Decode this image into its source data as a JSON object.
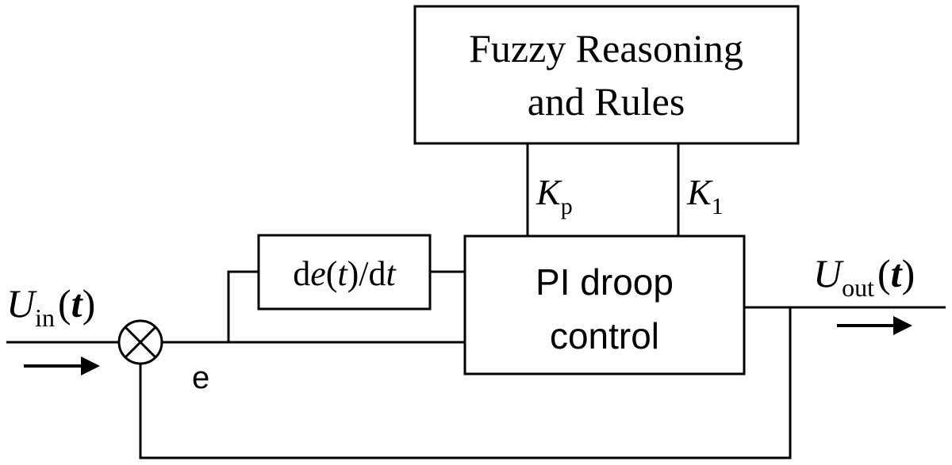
{
  "blocks": {
    "fuzzy": {
      "line1": "Fuzzy Reasoning",
      "line2": "and Rules"
    },
    "derivative": {
      "prefix": "d",
      "var": "e",
      "paren_open": "(",
      "arg": "t",
      "paren_close": ")",
      "slash": "/d",
      "tail": "t"
    },
    "pi": {
      "line1": "PI droop",
      "line2": "control"
    }
  },
  "signals": {
    "kp": {
      "main": "K",
      "sub": "p"
    },
    "ki": {
      "main": "K",
      "sub": "1"
    },
    "uin": {
      "main": "U",
      "sub": "in",
      "arg_open": "(",
      "arg": "t",
      "arg_close": ")"
    },
    "uout": {
      "main": "U",
      "sub": "out",
      "arg_open": "(",
      "arg": "t",
      "arg_close": ")"
    },
    "error": "e"
  }
}
